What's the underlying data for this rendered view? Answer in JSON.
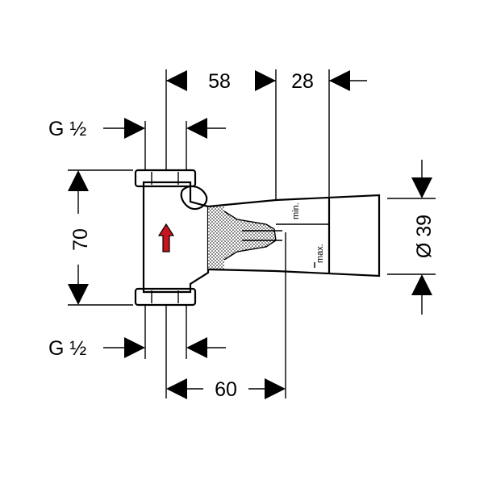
{
  "dimensions": {
    "top_left": "58",
    "top_right": "28",
    "height": "70",
    "bottom": "60",
    "diameter": "Ø 39",
    "thread_top": "G ½",
    "thread_bottom": "G ½"
  },
  "markers": {
    "min": "min.",
    "max": "max."
  },
  "colors": {
    "flow_arrow": "#c8141e",
    "line": "#000000"
  }
}
